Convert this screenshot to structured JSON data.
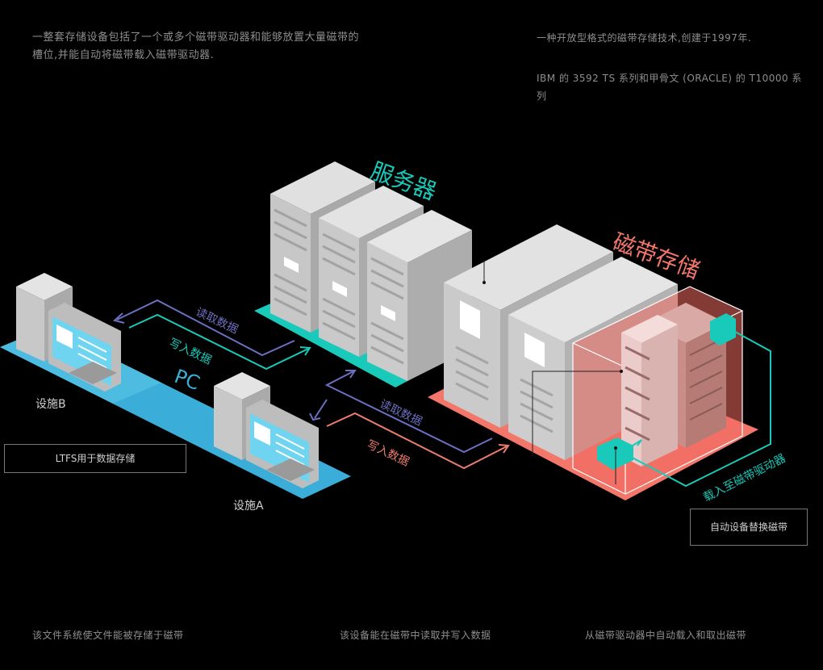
{
  "top": {
    "library_desc": "一整套存储设备包括了一个或多个磁带驱动器和能够放置大量磁带的槽位,并能自动将磁带载入磁带驱动器.",
    "lto_desc": "一种开放型格式的磁带存储技术,创建于1997年.",
    "enterprise_desc": "IBM 的 3592 TS 系列和甲骨文 (ORACLE) 的 T10000 系列"
  },
  "diagram": {
    "server_label": "服务器",
    "tape_label": "磁带存储",
    "pc_label": "PC",
    "facility_b": "设施B",
    "facility_a": "设施A",
    "read_label": "读取数据",
    "write_label": "写入数据",
    "read_label_2": "读取数据",
    "write_label_2": "写入数据",
    "load_label": "载入至磁带驱动器",
    "ltfs_callout": "LTFS用于数据存储",
    "auto_callout": "自动设备替换磁带",
    "colors": {
      "teal": "#19c9b9",
      "pc_blue": "#3aaed8",
      "tape_red": "#f3766a",
      "read": "#6d6fc0",
      "write": "#ef7c6e"
    }
  },
  "bottom": {
    "col1": "该文件系统使文件能被存储于磁带",
    "col2": "该设备能在磁带中读取并写入数据",
    "col3": "从磁带驱动器中自动载入和取出磁带"
  }
}
